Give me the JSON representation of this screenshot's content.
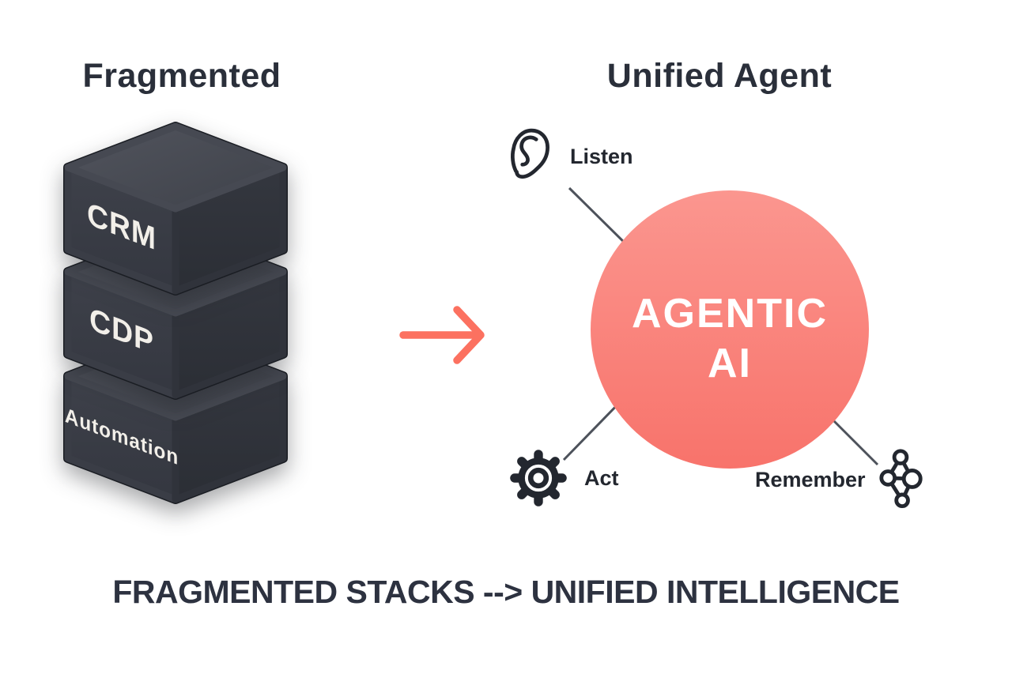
{
  "left": {
    "title": "Fragmented",
    "stack": [
      {
        "label": "CRM"
      },
      {
        "label": "CDP"
      },
      {
        "label": "Automation"
      }
    ]
  },
  "arrow": {
    "icon": "right-arrow-icon",
    "color": "#FC7160"
  },
  "right": {
    "title": "Unified Agent",
    "core": {
      "line1": "AGENTIC",
      "line2": "AI"
    },
    "capabilities": [
      {
        "label": "Listen",
        "icon": "ear-icon"
      },
      {
        "label": "Act",
        "icon": "gear-icon"
      },
      {
        "label": "Remember",
        "icon": "network-icon"
      }
    ]
  },
  "caption": "FRAGMENTED STACKS --> UNIFIED INTELLIGENCE",
  "colors": {
    "accent": "#FC7160",
    "circle_top": "#FB968F",
    "circle_bottom": "#F8736B",
    "dark_text": "#262B35",
    "cube_top": "#45484F",
    "cube_left": "#383B44",
    "cube_right": "#30333B",
    "connector": "#4D525B",
    "cube_label": "#F2EFE9"
  }
}
